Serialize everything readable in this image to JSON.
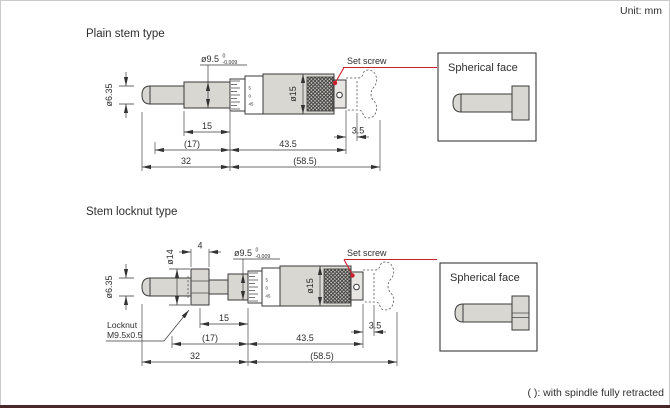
{
  "page": {
    "unit_label": "Unit: mm",
    "footnote": "( ): with spindle fully retracted",
    "colors": {
      "accent_red": "#cc1f2d",
      "footer_bar": "#482629",
      "metal_fill": "#d9d7d1"
    }
  },
  "plain": {
    "title": "Plain stem type",
    "spindle_dia": "ø6.35",
    "stem_dia": "ø9.5",
    "stem_tol_upper": "0",
    "stem_tol_lower": "-0.009",
    "set_screw": "Set screw",
    "thimble_dia": "ø15",
    "scale_ticks": [
      "5",
      "0",
      "45"
    ],
    "dims": {
      "d15": "15",
      "d17": "(17)",
      "d43": "43.5",
      "d58": "(58.5)",
      "d32": "32",
      "d3": "3.5"
    },
    "inset": {
      "label": "Spherical face"
    }
  },
  "locknut": {
    "title": "Stem locknut type",
    "spindle_dia": "ø6.35",
    "stem_dia": "ø9.5",
    "stem_tol_upper": "0",
    "stem_tol_lower": "-0.009",
    "locknut_dia": "ø14",
    "locknut_width": "4",
    "locknut_label_1": "Locknut",
    "locknut_label_2": "M9.5x0.5",
    "set_screw": "Set screw",
    "thimble_dia": "ø15",
    "scale_ticks": [
      "5",
      "0",
      "45"
    ],
    "dims": {
      "d15": "15",
      "d17": "(17)",
      "d43": "43.5",
      "d58": "(58.5)",
      "d32": "32",
      "d3": "3.5"
    },
    "inset": {
      "label": "Spherical face"
    }
  }
}
